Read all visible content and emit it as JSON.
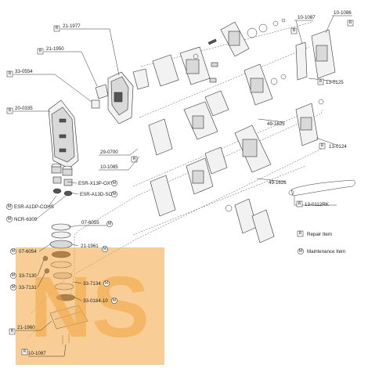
{
  "legend": {
    "repair_badge": "R",
    "repair_label": "Repair Item",
    "maint_badge": "M",
    "maint_label": "Maintenance Item"
  },
  "callouts": {
    "c21_1977": {
      "badge": "R",
      "text": "21-1977"
    },
    "c21_1950": {
      "badge": "R",
      "text": "21-1950"
    },
    "c33_0554": {
      "badge": "R",
      "text": "33-0554"
    },
    "c20_0335": {
      "badge": "R",
      "text": "20-0335"
    },
    "c29_0700": {
      "badge": "R",
      "text": "29-0700"
    },
    "c10_1085": {
      "badge": "",
      "text": "10-1085"
    },
    "c10_1087_top": {
      "badge": "R",
      "text": "10-1087"
    },
    "c10_1086": {
      "badge": "R",
      "text": "10-1086"
    },
    "c13_0125": {
      "badge": "R",
      "text": "13-0125"
    },
    "c13_0124": {
      "badge": "R",
      "text": "13-0124"
    },
    "c49_1625": {
      "badge": "",
      "text": "49-1625"
    },
    "c49_1626": {
      "badge": "",
      "text": "49-1626"
    },
    "c13_0112rk": {
      "badge": "R",
      "text": "13-0112RK"
    },
    "cESR_X13P": {
      "badge": "M",
      "text": "ESR-X13P-OXY"
    },
    "cESR_A13D": {
      "badge": "M",
      "text": "ESR-A13D-SO2"
    },
    "cESR_A1DP": {
      "badge": "M",
      "text": "ESR-A1DP-COHS"
    },
    "cNCR_6309": {
      "badge": "M",
      "text": "NCR-6309"
    },
    "c07_6055": {
      "badge": "M",
      "text": "07-6055"
    },
    "c07_6054": {
      "badge": "M",
      "text": "07-6054"
    },
    "c21_1961": {
      "badge": "M",
      "text": "21-1961"
    },
    "c33_7130": {
      "badge": "M",
      "text": "33-7130"
    },
    "c33_7131": {
      "badge": "M",
      "text": "33-7131"
    },
    "c33_7134": {
      "badge": "M",
      "text": "33-7134"
    },
    "c33_0184": {
      "badge": "M",
      "text": "33-0184-10"
    },
    "c21_1960": {
      "badge": "R",
      "text": "21-1960"
    },
    "c10_1087_bot": {
      "badge": "R",
      "text": "10-1087"
    }
  },
  "watermark": "NS",
  "colors": {
    "watermark": "#f2a640",
    "ink": "#333333"
  }
}
